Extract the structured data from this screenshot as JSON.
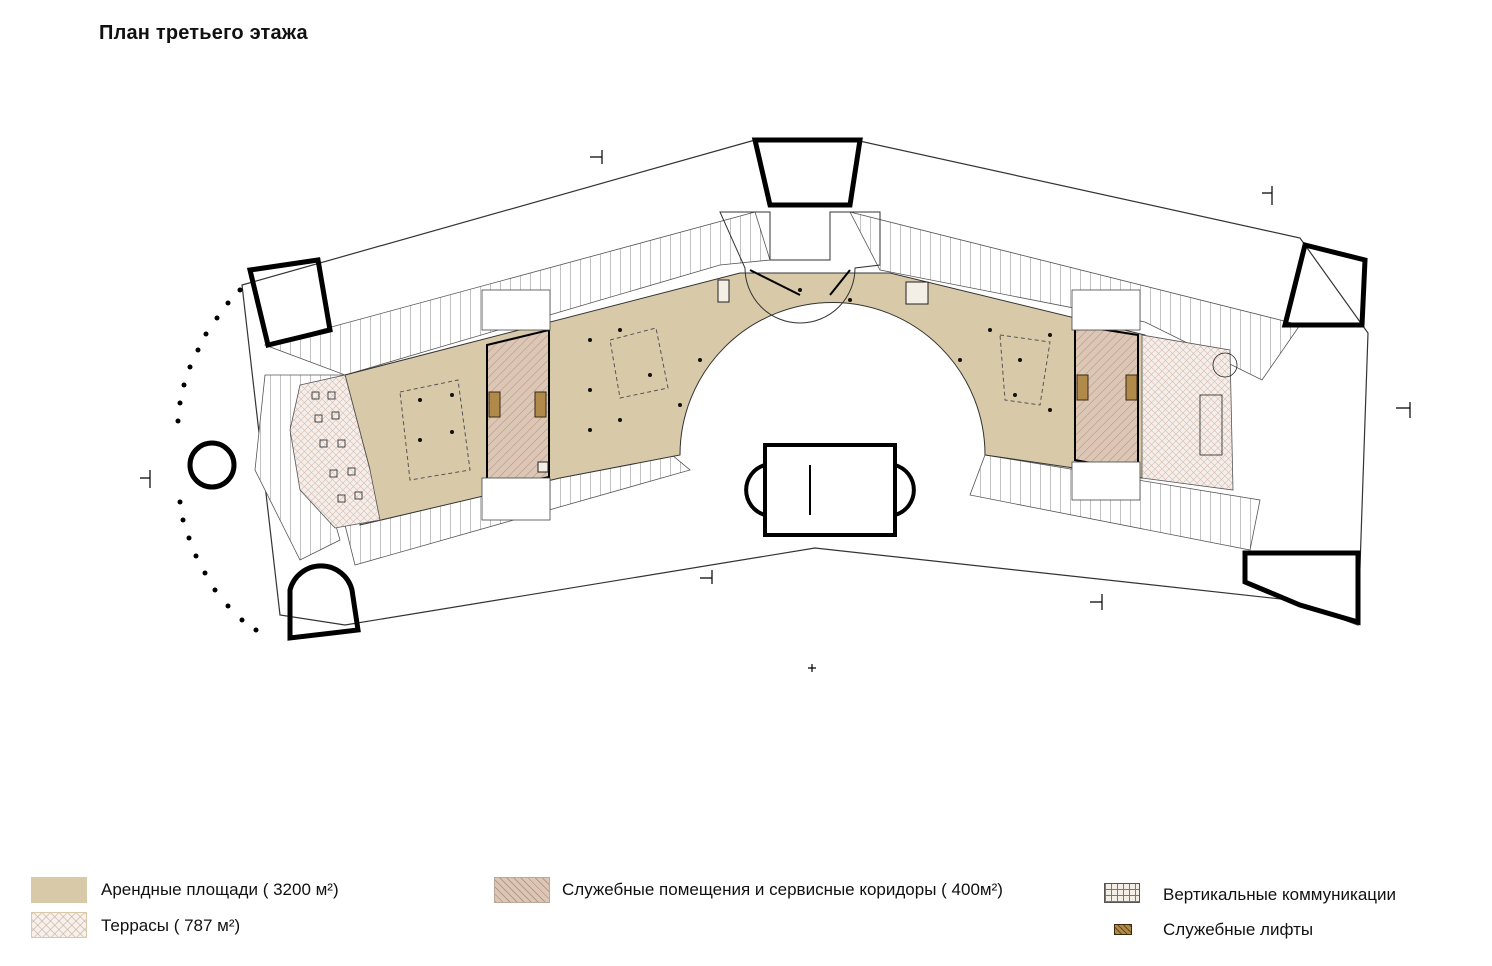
{
  "title": "План третьего этажа",
  "legend": {
    "rent": "Арендные площади  ( 3200 м²)",
    "terraces": "Террасы  ( 787 м²)",
    "service": "Служебные помещения и сервисные коридоры ( 400м²)",
    "vertical": "Вертикальные коммуникации",
    "lifts": "Служебные лифты"
  },
  "colors": {
    "rent_fill": "#d8c9a8",
    "service_fill": "#dcc6b6",
    "terrace_fill": "#f7f1ee",
    "lift_fill": "#b08a4a",
    "wall": "#000000",
    "line": "#444444"
  }
}
